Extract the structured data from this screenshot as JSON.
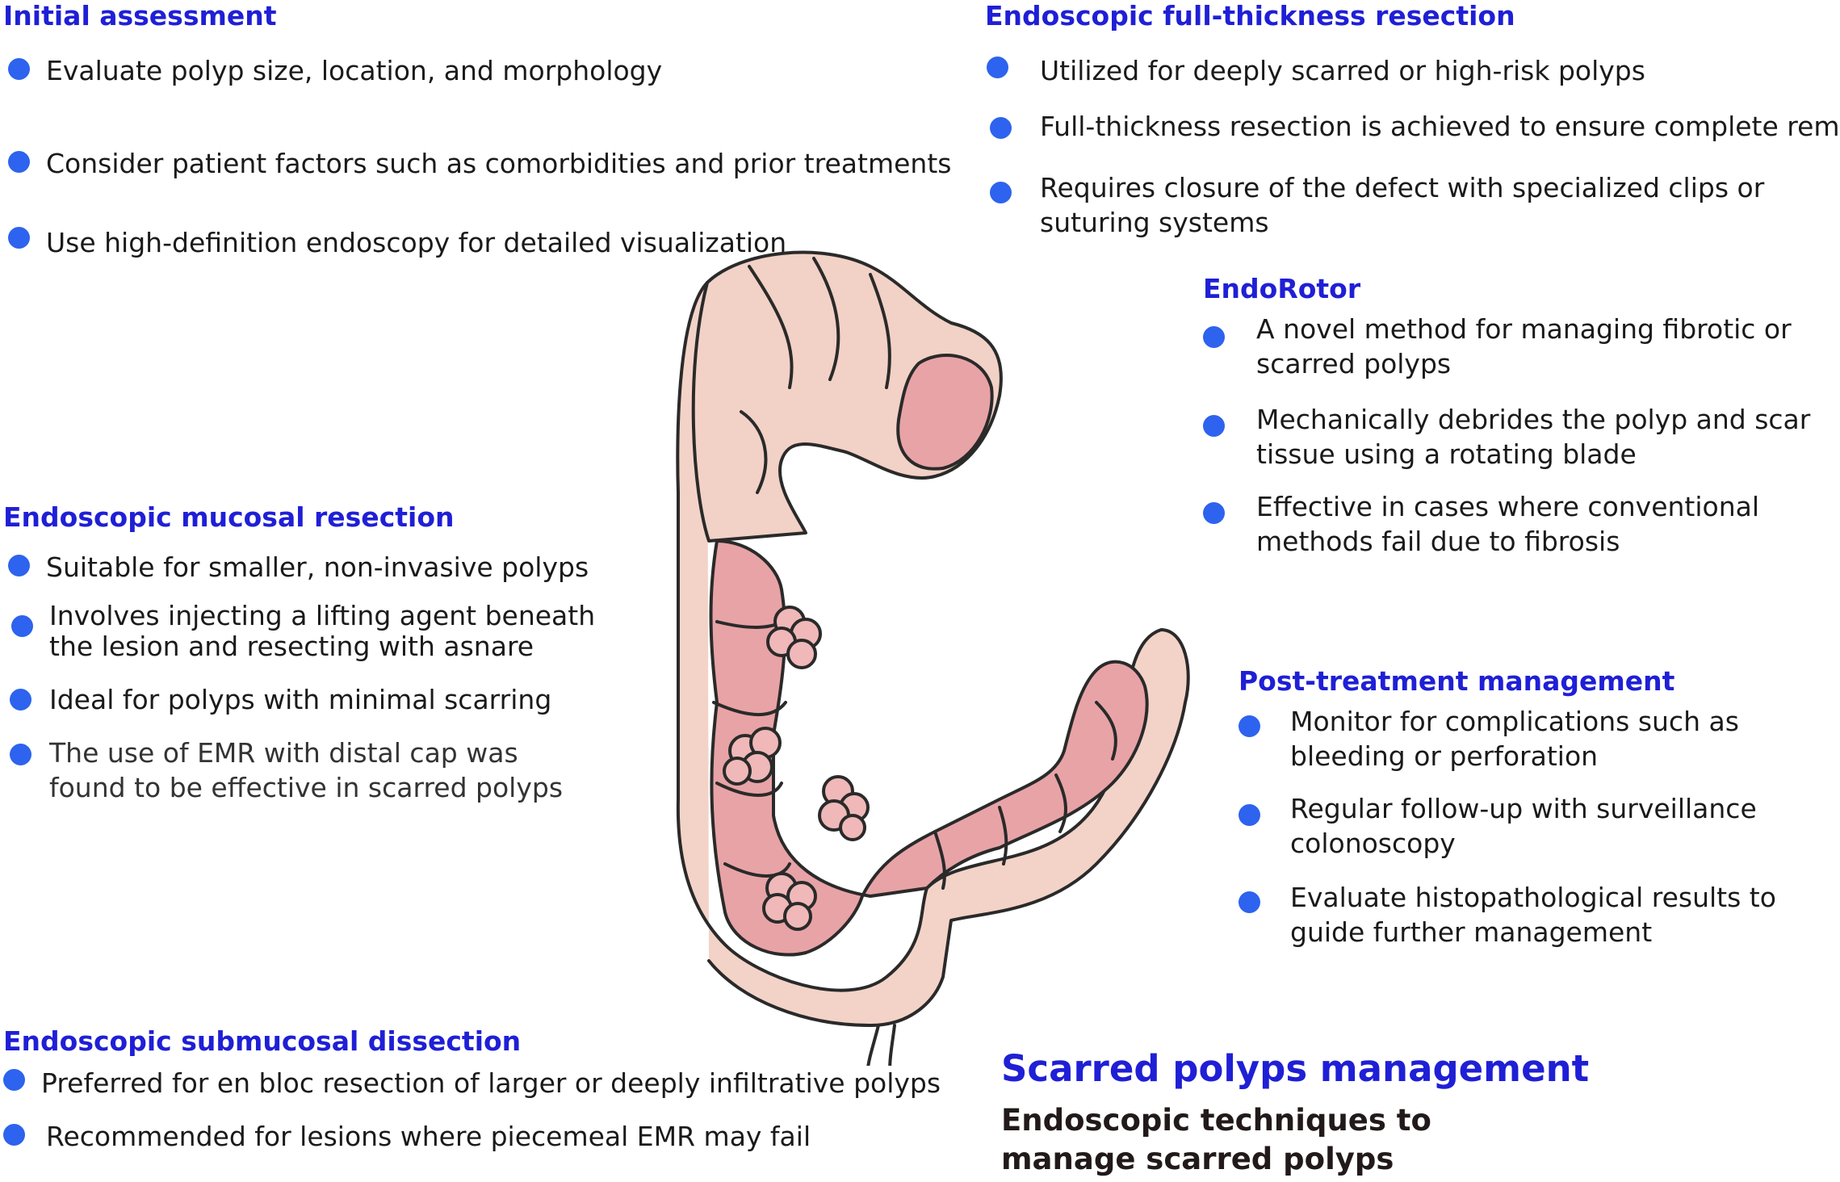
{
  "title": "Scarred polyps management",
  "subtitle": "Endoscopic techniques to manage scarred polyps",
  "colors": {
    "heading": "#1f1fd6",
    "bullet": "#2d63ee",
    "text": "#1a1a1a",
    "colon_outer": "#f3d3c8",
    "colon_inner": "#e8a3a6",
    "colon_outline": "#2a2a2a"
  },
  "sections": {
    "initial_assessment": {
      "title": "Initial assessment",
      "items": [
        "Evaluate polyp size, location, and morphology",
        "Consider patient factors such as comorbidities and prior treatments",
        "Use high-definition endoscopy for detailed visualization"
      ]
    },
    "eftr": {
      "title": "Endoscopic full-thickness resection",
      "items": [
        "Utilized for deeply scarred or high-risk polyps",
        "Full-thickness resection is achieved to ensure complete removal",
        "Requires closure of the defect with specialized clips or suturing systems"
      ]
    },
    "endorotor": {
      "title": "EndoRotor",
      "items": [
        "A novel method for managing fibrotic or scarred polyps",
        "Mechanically debrides the polyp and scar tissue using a rotating blade",
        "Effective in cases where conventional methods fail due to fibrosis"
      ]
    },
    "emr": {
      "title": "Endoscopic mucosal resection",
      "items": [
        "Suitable for smaller, non-invasive polyps",
        "Involves injecting a lifting agent beneath the lesion and resecting with asnare",
        "Ideal for polyps with minimal scarring",
        "The use of EMR with distal cap was found to be effective in scarred polyps"
      ]
    },
    "post_treatment": {
      "title": "Post-treatment management",
      "items": [
        "Monitor for complications such as bleeding or perforation",
        "Regular follow-up with surveillance colonoscopy",
        "Evaluate histopathological results to guide further management"
      ]
    },
    "esd": {
      "title": "Endoscopic submucosal dissection",
      "items": [
        "Preferred for en bloc resection of larger or deeply infiltrative polyps",
        "Recommended for lesions where piecemeal EMR may fail"
      ]
    }
  },
  "illustration": {
    "icon": "colon-with-polyps-icon"
  }
}
